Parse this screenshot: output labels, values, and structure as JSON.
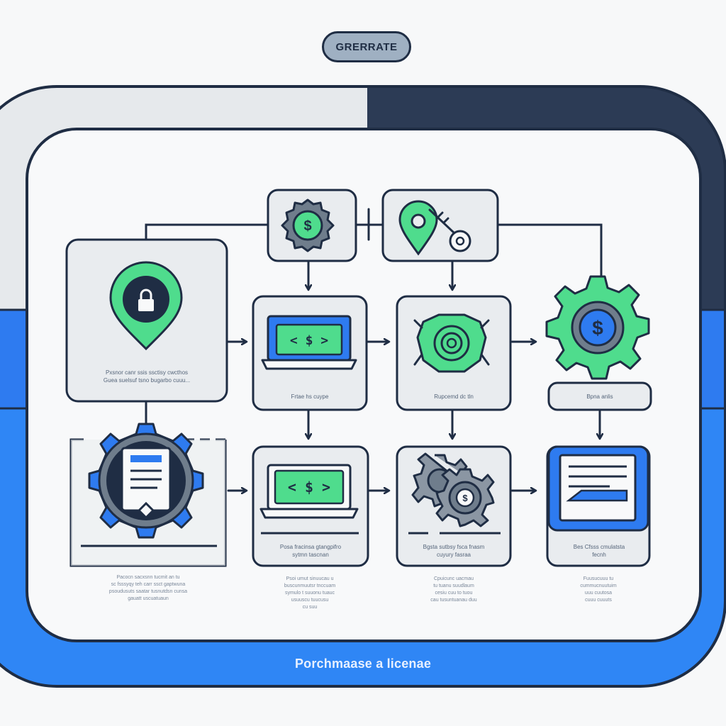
{
  "header": {
    "button_label": "GRERRATE"
  },
  "footer": {
    "title": "Porchmaase a licenae"
  },
  "colors": {
    "navy": "#1f2d44",
    "blue": "#2e7bf0",
    "green": "#4fdc8d",
    "panel": "#e9ecef",
    "gray": "#8b96a3"
  },
  "steps": {
    "location_lock": {
      "icon": "lock-location-pin-icon",
      "caption": "Pxsnor canr ssis ssctisy cwcthos\nGuea suelsuf tsno bugarbo cuuu..."
    },
    "money_gear_top": {
      "icon": "dollar-gear-icon"
    },
    "location_key": {
      "icon": "location-key-icon"
    },
    "laptop_payment": {
      "icon": "laptop-dollar-icon",
      "caption": "Frtae hs cuype"
    },
    "seal_badge": {
      "icon": "badge-seal-icon",
      "caption": "Rupcemd dc tln"
    },
    "big_dollar_gear": {
      "icon": "dollar-gear-icon",
      "caption": "Bpna anlis"
    },
    "document_gear": {
      "icon": "document-gear-icon"
    },
    "laptop_payment_2": {
      "icon": "laptop-dollar-icon",
      "caption": "Posa fracinsa gtangpifro\nsytmn tascnan"
    },
    "double_gears": {
      "icon": "gears-icon",
      "caption": "Bgsta sutbsy fsca fnasm\ncuyury fasraa"
    },
    "license_doc": {
      "icon": "license-document-icon",
      "caption": "Bes Cfsss cmulatsta\nfecnh"
    }
  },
  "descriptions": {
    "col1": "Pacocn sacxsnn tucmit an tu\nsc fsssyqy teh carr ssct gaptwuna\npsoudusuts saatar tusnutdsn cunsa\ngauatt uscuatuaun",
    "col2": "Psoi umut sinuucau u\nbuscunmuutsr tnccuam\nsymulo t suuonu tuauc\nusuuscu tuucusu\ncu suu",
    "col3": "Cpuicunc uacmau\ntu tuanu suudlaum\ncesiu cuu to tuou\ncau tusuntuanau duu",
    "col4": "Fuusucuuu tu\ncummucnuutuim\nuuu cuutosa\ncuuu cuuuts"
  }
}
